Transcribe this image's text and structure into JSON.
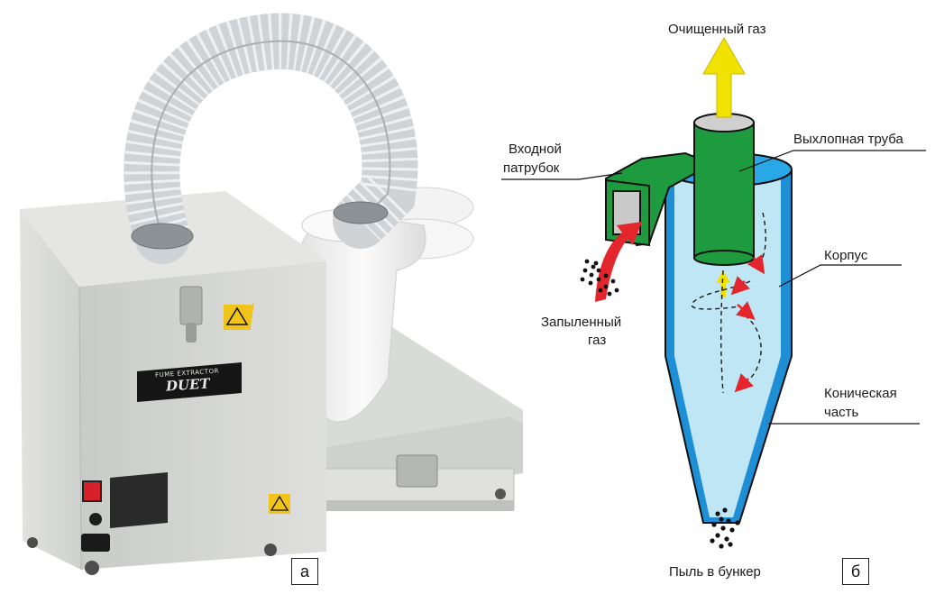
{
  "photo": {
    "label": "а",
    "device_brand_line1": "FUME EXTRACTOR",
    "device_brand_line2": "DUET",
    "colors": {
      "housing": "#d7d9d6",
      "hose": "#cfd3d6",
      "cyclone": "#f2f2f2",
      "warning": "#f0c419",
      "switch": "#d6202a"
    }
  },
  "diagram": {
    "label": "б",
    "labels": {
      "clean_gas": "Очищенный газ",
      "inlet_line1": "Входной",
      "inlet_line2": "патрубок",
      "exhaust_pipe": "Выхлопная труба",
      "dusty_gas_line1": "Запыленный",
      "dusty_gas_line2": "газ",
      "body": "Корпус",
      "cone_line1": "Коническая",
      "cone_line2": "часть",
      "dust": "Пыль в бункер"
    },
    "colors": {
      "body_fill": "#bfe6f5",
      "body_edge": "#1e8fd4",
      "pipe": "#1e9b3f",
      "arrow_out": "#f2e200",
      "arrow_in": "#e3262c"
    }
  }
}
